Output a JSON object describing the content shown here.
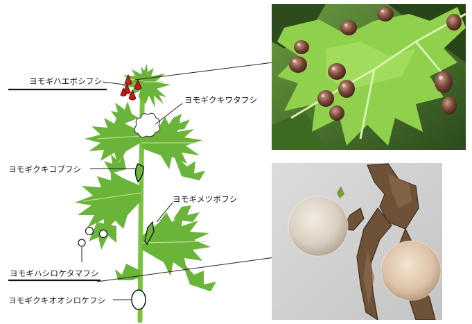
{
  "labels": {
    "hae": "ヨモギハエボシフシ",
    "kiwata": "ヨモギクキワタフシ",
    "kikobu": "ヨモギクキコブフシ",
    "metsubo": "ヨモギメツボフシ",
    "hashiro": "ヨモギハシロケタマフシ",
    "kiooshiro": "ヨモギクキオオシロケフシ"
  },
  "colors": {
    "stem": "#7bc33e",
    "leaf": "#6ab43a",
    "leaf_vein": "#b9e08f",
    "gall_red": "#c8171b",
    "line": "#222222"
  },
  "photos": [
    {
      "name": "leaf-gall-photo",
      "subject": "mugwort leaf with brown conical galls"
    },
    {
      "name": "woolly-gall-photo",
      "subject": "woolly white spherical galls on dried leaf"
    }
  ]
}
